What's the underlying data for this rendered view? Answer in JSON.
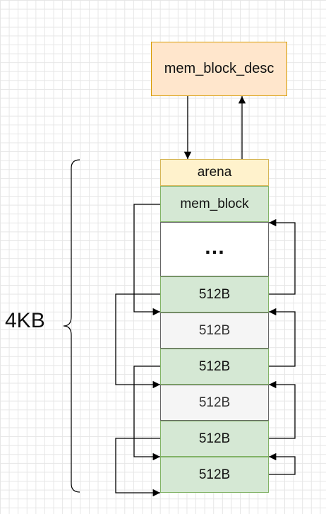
{
  "nodes": {
    "desc": "mem_block_desc",
    "arena": "arena",
    "mem_block": "mem_block",
    "ellipsis": "…",
    "blocks": [
      "512B",
      "512B",
      "512B",
      "512B",
      "512B",
      "512B"
    ]
  },
  "size_label": "4KB"
}
